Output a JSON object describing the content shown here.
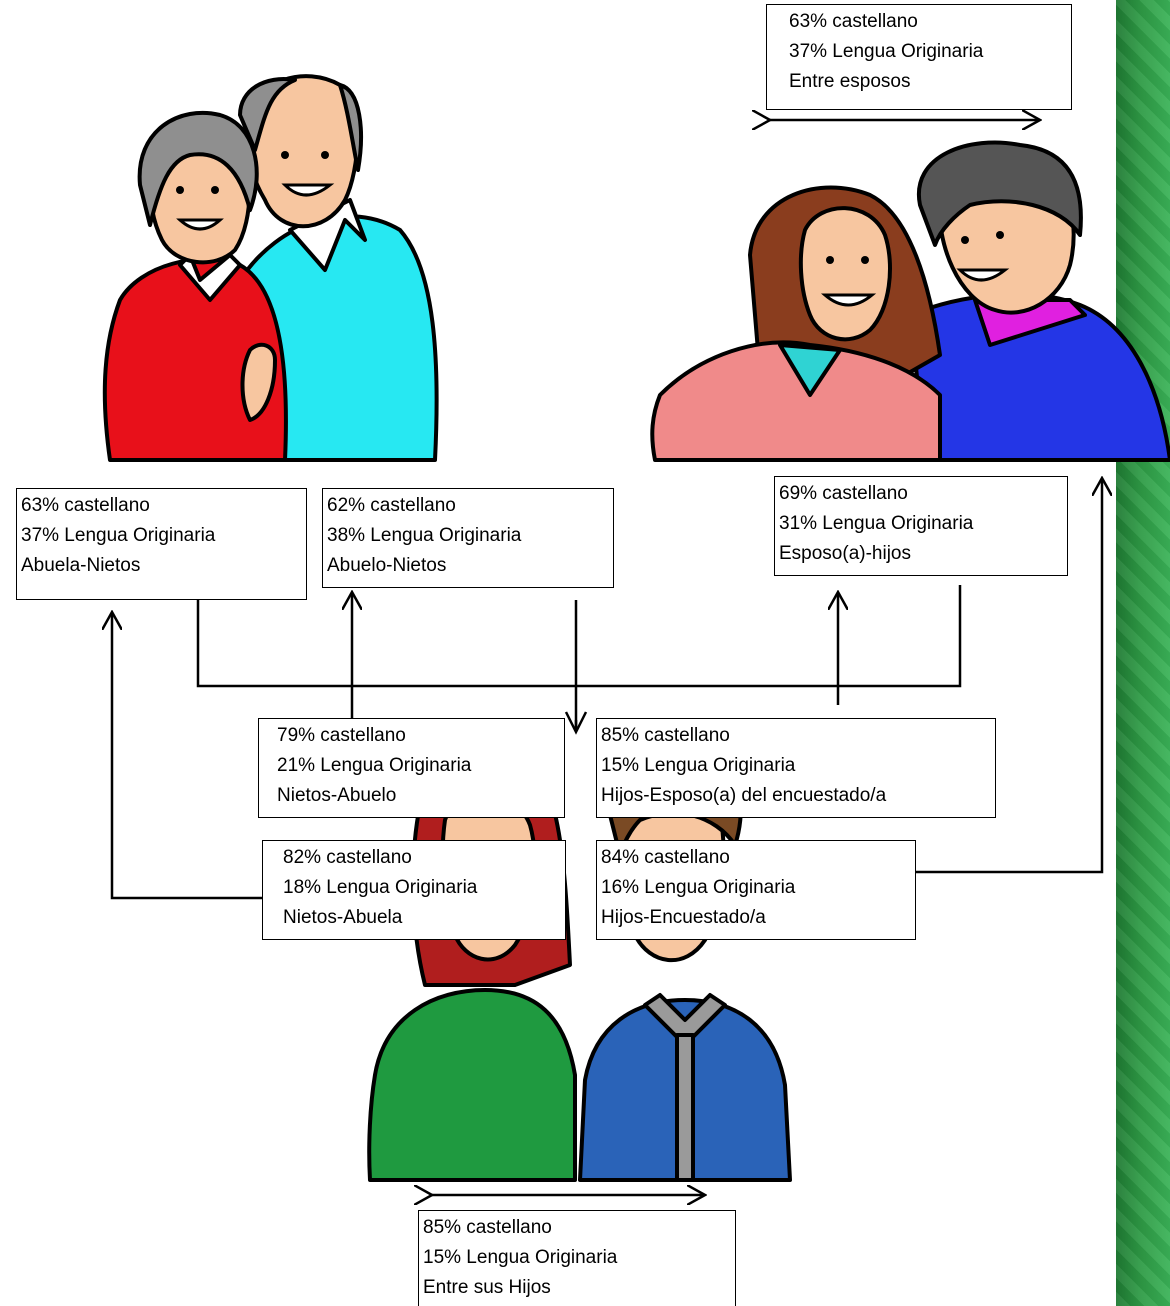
{
  "boxes": {
    "between_spouses": {
      "line1": "63% castellano",
      "line2": "37% Lengua Originaria",
      "line3": "Entre esposos"
    },
    "grandmother_grandchildren": {
      "line1": "63% castellano",
      "line2": "37% Lengua Originaria",
      "line3": "Abuela-Nietos"
    },
    "grandfather_grandchildren": {
      "line1": "62% castellano",
      "line2": "38% Lengua Originaria",
      "line3": "Abuelo-Nietos"
    },
    "spouse_children": {
      "line1": "69% castellano",
      "line2": "31% Lengua Originaria",
      "line3": "Esposo(a)-hijos"
    },
    "grandchildren_grandfather": {
      "line1": "79% castellano",
      "line2": "21% Lengua Originaria",
      "line3": "Nietos-Abuelo"
    },
    "children_spouse": {
      "line1": "85% castellano",
      "line2": "15% Lengua Originaria",
      "line3": "Hijos-Esposo(a) del  encuestado/a"
    },
    "grandchildren_grandmother": {
      "line1": "82% castellano",
      "line2": "18% Lengua Originaria",
      "line3": "Nietos-Abuela"
    },
    "children_respondent": {
      "line1": "84% castellano",
      "line2": "16% Lengua Originaria",
      "line3": "Hijos-Encuestado/a"
    },
    "between_children": {
      "line1": "85% castellano",
      "line2": "15% Lengua Originaria",
      "line3": "Entre sus Hijos"
    }
  },
  "colors": {
    "grandmother_sweater": "#e8101a",
    "grandfather_sweater": "#27e8f2",
    "woman_blouse": "#f08a8a",
    "man_sweater": "#2436e6",
    "girl_shirt": "#1f9a40",
    "boy_shirt": "#2a63b8",
    "side_bar": "#2e9a45"
  },
  "icons": [
    "grandparents-illustration",
    "parents-illustration",
    "children-illustration"
  ]
}
